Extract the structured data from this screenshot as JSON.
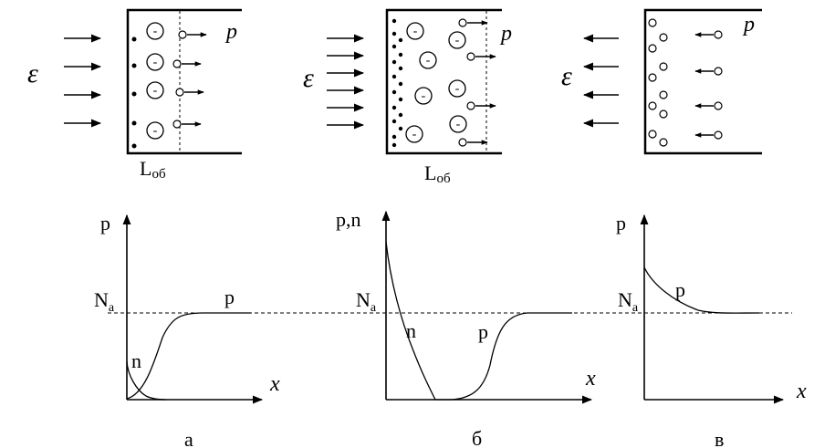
{
  "symbols": {
    "field": "ε",
    "hole_conc": "p",
    "electron_conc": "n",
    "combined_axis": "p,n",
    "acceptor_level": "N",
    "acceptor_sub": "a",
    "coordinate": "x",
    "layer_length": "L",
    "layer_length_sub": "об",
    "charge_minus": "-"
  },
  "panels": [
    {
      "id": "a",
      "caption": "а",
      "y_label": "p",
      "curve_labels": [
        "p",
        "n"
      ]
    },
    {
      "id": "b",
      "caption": "б",
      "y_label": "p,n",
      "curve_labels": [
        "n",
        "p"
      ]
    },
    {
      "id": "c",
      "caption": "в",
      "y_label": "p",
      "curve_labels": [
        "p"
      ]
    }
  ]
}
